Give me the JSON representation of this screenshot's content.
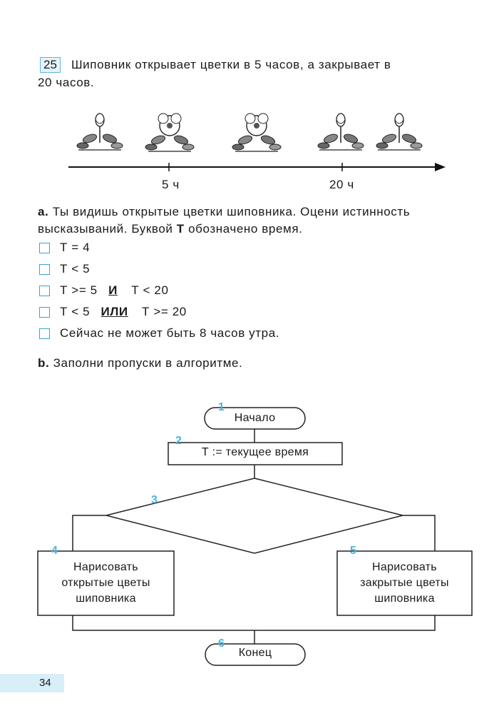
{
  "task": {
    "number": "25",
    "text_line1": "Шиповник открывает цветки в 5 часов, а закрывает в",
    "text_line2": "20 часов."
  },
  "timeline": {
    "tick1": "5 ч",
    "tick2": "20 ч",
    "flowers": [
      "closed",
      "open",
      "open",
      "closed",
      "closed"
    ]
  },
  "part_a": {
    "letter": "a.",
    "line1": "Ты видишь открытые цветки шиповника. Оцени истинность",
    "line2_pre": "высказываний. Буквой ",
    "line2_bold": "Т",
    "line2_post": " обозначено время.",
    "statements": [
      {
        "text": "Т = 4"
      },
      {
        "text": "Т < 5"
      },
      {
        "pre": "Т >= 5",
        "op": "И",
        "post": "Т < 20"
      },
      {
        "pre": "Т < 5",
        "op": "ИЛИ",
        "post": "Т >= 20"
      },
      {
        "text": "Сейчас не может быть 8 часов утра."
      }
    ]
  },
  "part_b": {
    "letter": "b.",
    "text": "Заполни пропуски в алгоритме."
  },
  "flowchart": {
    "start": "Начало",
    "assign": "Т := текущее время",
    "left": [
      "Нарисовать",
      "открытые цветы",
      "шиповника"
    ],
    "right": [
      "Нарисовать",
      "закрытые цветы",
      "шиповника"
    ],
    "end": "Конец",
    "steps": [
      "1",
      "2",
      "3",
      "4",
      "5",
      "6"
    ]
  },
  "page_number": "34",
  "colors": {
    "accent": "#4cb3e3",
    "box_fill": "#e6f4fb",
    "page_tab": "#d8eef8"
  }
}
